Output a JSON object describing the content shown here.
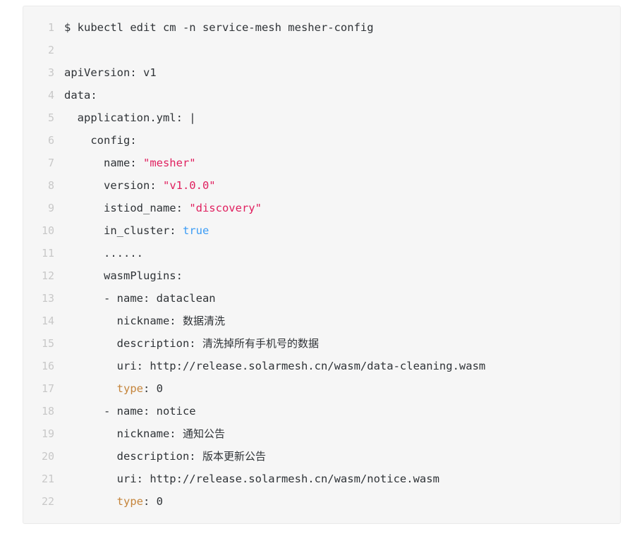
{
  "code_block": {
    "language": "yaml",
    "background_color": "#f6f6f6",
    "border_color": "#eaeaea",
    "gutter_color": "#c8c8c8",
    "text_color": "#2f3337",
    "token_colors": {
      "string": "#e0205f",
      "boolean": "#3b9cf5",
      "key": "#c5853c",
      "plain": "#2f3337"
    },
    "first_line_number": 1,
    "last_line_number": 22,
    "lines": [
      {
        "n": "1",
        "tokens": [
          {
            "t": "plain",
            "v": "$ kubectl edit cm -n service-mesh mesher-config"
          }
        ]
      },
      {
        "n": "2",
        "tokens": [
          {
            "t": "plain",
            "v": ""
          }
        ]
      },
      {
        "n": "3",
        "tokens": [
          {
            "t": "plain",
            "v": "apiVersion: v1"
          }
        ]
      },
      {
        "n": "4",
        "tokens": [
          {
            "t": "plain",
            "v": "data:"
          }
        ]
      },
      {
        "n": "5",
        "tokens": [
          {
            "t": "plain",
            "v": "  application.yml: |"
          }
        ]
      },
      {
        "n": "6",
        "tokens": [
          {
            "t": "plain",
            "v": "    config:"
          }
        ]
      },
      {
        "n": "7",
        "tokens": [
          {
            "t": "plain",
            "v": "      name: "
          },
          {
            "t": "str",
            "v": "\"mesher\""
          }
        ]
      },
      {
        "n": "8",
        "tokens": [
          {
            "t": "plain",
            "v": "      version: "
          },
          {
            "t": "str",
            "v": "\"v1.0.0\""
          }
        ]
      },
      {
        "n": "9",
        "tokens": [
          {
            "t": "plain",
            "v": "      istiod_name: "
          },
          {
            "t": "str",
            "v": "\"discovery\""
          }
        ]
      },
      {
        "n": "10",
        "tokens": [
          {
            "t": "plain",
            "v": "      in_cluster: "
          },
          {
            "t": "bool",
            "v": "true"
          }
        ]
      },
      {
        "n": "11",
        "tokens": [
          {
            "t": "plain",
            "v": "      ......"
          }
        ]
      },
      {
        "n": "12",
        "tokens": [
          {
            "t": "plain",
            "v": "      wasmPlugins:"
          }
        ]
      },
      {
        "n": "13",
        "tokens": [
          {
            "t": "plain",
            "v": "      - name: dataclean"
          }
        ]
      },
      {
        "n": "14",
        "tokens": [
          {
            "t": "plain",
            "v": "        nickname: "
          },
          {
            "t": "cjk",
            "v": "数据清洗"
          }
        ]
      },
      {
        "n": "15",
        "tokens": [
          {
            "t": "plain",
            "v": "        description: "
          },
          {
            "t": "cjk",
            "v": "清洗掉所有手机号的数据"
          }
        ]
      },
      {
        "n": "16",
        "tokens": [
          {
            "t": "plain",
            "v": "        uri: http://release.solarmesh.cn/wasm/data-cleaning.wasm"
          }
        ]
      },
      {
        "n": "17",
        "tokens": [
          {
            "t": "plain",
            "v": "        "
          },
          {
            "t": "key",
            "v": "type"
          },
          {
            "t": "plain",
            "v": ": 0"
          }
        ]
      },
      {
        "n": "18",
        "tokens": [
          {
            "t": "plain",
            "v": "      - name: notice"
          }
        ]
      },
      {
        "n": "19",
        "tokens": [
          {
            "t": "plain",
            "v": "        nickname: "
          },
          {
            "t": "cjk",
            "v": "通知公告"
          }
        ]
      },
      {
        "n": "20",
        "tokens": [
          {
            "t": "plain",
            "v": "        description: "
          },
          {
            "t": "cjk",
            "v": "版本更新公告"
          }
        ]
      },
      {
        "n": "21",
        "tokens": [
          {
            "t": "plain",
            "v": "        uri: http://release.solarmesh.cn/wasm/notice.wasm"
          }
        ]
      },
      {
        "n": "22",
        "tokens": [
          {
            "t": "plain",
            "v": "        "
          },
          {
            "t": "key",
            "v": "type"
          },
          {
            "t": "plain",
            "v": ": 0"
          }
        ]
      }
    ]
  }
}
